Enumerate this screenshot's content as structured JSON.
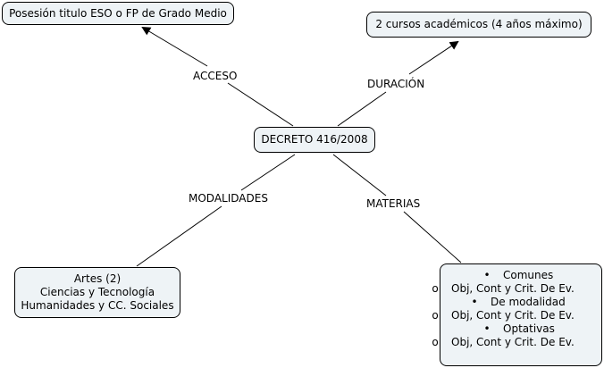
{
  "map": {
    "center": "DECRETO 416/2008",
    "acceso": {
      "link": "ACCESO",
      "node": "Posesión titulo ESO o FP de Grado Medio"
    },
    "duracion": {
      "link": "DURACIÓN",
      "node": "2 cursos académicos  (4 años máximo)"
    },
    "modalidades": {
      "link": "MODALIDADES",
      "items": [
        "Artes (2)",
        "Ciencias y Tecnología",
        "Humanidades y CC. Sociales"
      ]
    },
    "materias": {
      "link": "MATERIAS",
      "items": [
        {
          "marker": "•",
          "text": "Comunes",
          "level": 1
        },
        {
          "marker": "o",
          "text": "Obj, Cont y Crit. De Ev.",
          "level": 2
        },
        {
          "marker": "•",
          "text": "De modalidad",
          "level": 1
        },
        {
          "marker": "o",
          "text": "Obj, Cont y Crit. De Ev.",
          "level": 2
        },
        {
          "marker": "•",
          "text": "Optativas",
          "level": 1
        },
        {
          "marker": "o",
          "text": "Obj, Cont y Crit. De Ev.",
          "level": 2
        }
      ]
    }
  }
}
